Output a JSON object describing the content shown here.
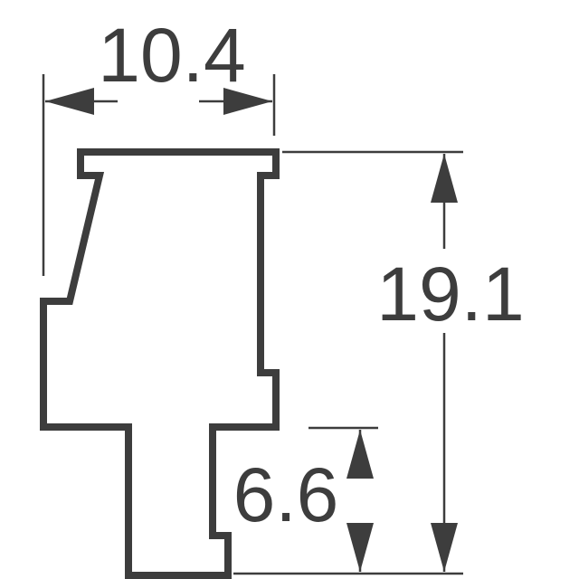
{
  "diagram": {
    "colors": {
      "stroke": "#3d3d3d",
      "background": "#ffffff"
    },
    "dimensions": {
      "width": "10.4",
      "height": "19.1",
      "lower": "6.6"
    }
  }
}
